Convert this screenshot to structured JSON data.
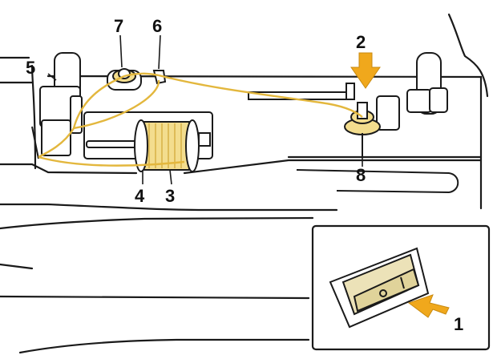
{
  "callouts": {
    "n1": "1",
    "n2": "2",
    "n3": "3",
    "n4": "4",
    "n5": "5",
    "n6": "6",
    "n7": "7",
    "n8": "8"
  },
  "icons": {
    "arrow": "arrow-down-icon",
    "arrow_inset": "arrow-left-icon"
  },
  "colors": {
    "line": "#1a1a1a",
    "thread": "#e3b73d",
    "thread_dark": "#c99c22",
    "arrow": "#f0a81c",
    "switch": "#ece2b8",
    "spool": "#f3dd8e",
    "panel": "#ffffff"
  }
}
